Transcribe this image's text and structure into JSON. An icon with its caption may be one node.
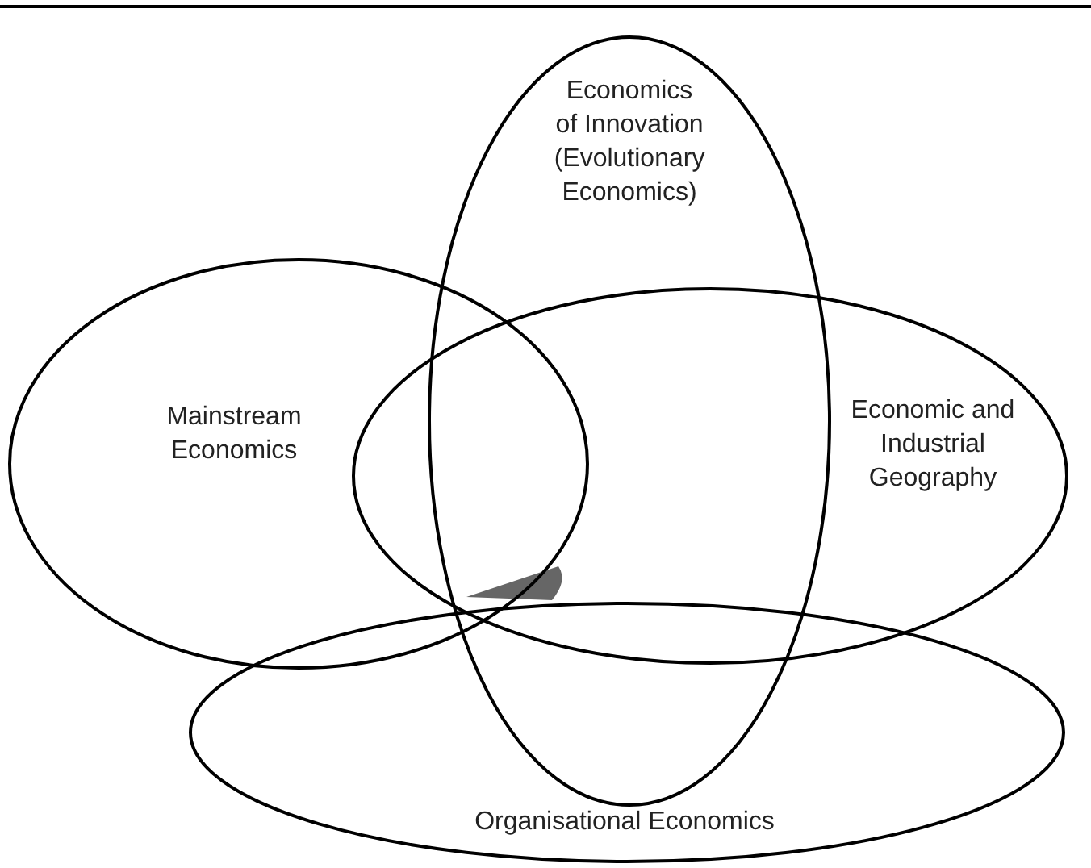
{
  "diagram": {
    "nodes": [
      {
        "text": [
          "Economics of Innovation (Evolutionary Economics)"
        ]
      },
      {
        "text": [
          "Mainstream Economics"
        ]
      },
      {
        "text": [
          "Economic and Industrial Geography"
        ]
      },
      {
        "text": [
          "Organisational Economics"
        ]
      }
    ],
    "edges": []
  }
}
